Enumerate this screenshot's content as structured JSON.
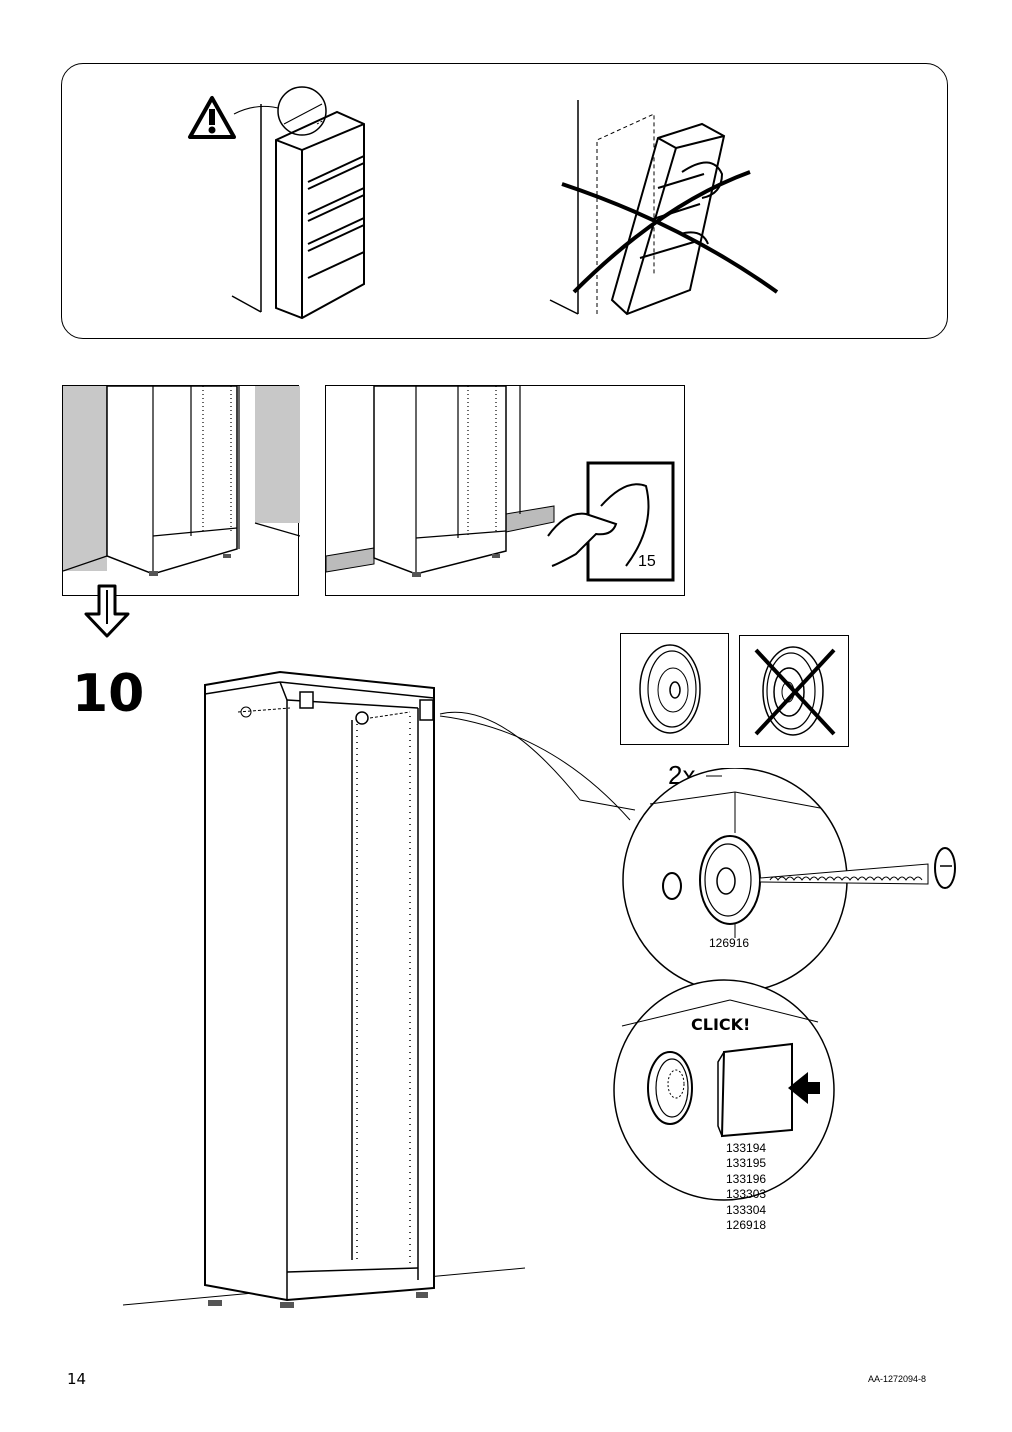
{
  "step": {
    "number": "10"
  },
  "quantity": {
    "label": "2x"
  },
  "sticker": {
    "page_ref": "15"
  },
  "click_label": "CLICK!",
  "screw_part": {
    "number": "126916"
  },
  "cap_parts": {
    "numbers": [
      "133194",
      "133195",
      "133196",
      "133303",
      "133304",
      "126918"
    ]
  },
  "footer": {
    "page_number": "14",
    "doc_code": "AA-1272094-8"
  },
  "icons": {
    "warning": "warning-triangle-icon",
    "down_arrow": "down-arrow-icon",
    "correct_washer": "washer-correct-icon",
    "wrong_washer": "washer-wrong-icon"
  }
}
